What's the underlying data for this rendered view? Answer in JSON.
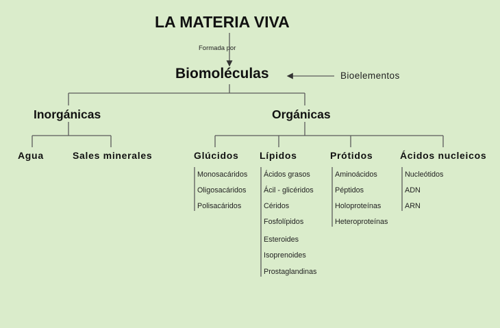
{
  "title": "LA MATERIA VIVA",
  "edge_label": "Formada por",
  "root": "Biomoléculas",
  "side_input": "Bioelementos",
  "inorganic": {
    "label": "Inorgánicas",
    "children": [
      "Agua",
      "Sales minerales"
    ]
  },
  "organic": {
    "label": "Orgánicas",
    "groups": [
      {
        "label": "Glúcidos",
        "items": [
          "Monosacáridos",
          "Oligosacáridos",
          "Polisacáridos"
        ]
      },
      {
        "label": "Lípidos",
        "items": [
          "Ácidos grasos",
          "Ácil - glicéridos",
          "Céridos",
          "Fosfolípidos",
          "Esteroides",
          "Isoprenoides",
          "Prostaglandinas"
        ]
      },
      {
        "label": "Prótidos",
        "items": [
          "Aminoácidos",
          "Péptidos",
          "Holoproteínas",
          "Heteroproteínas"
        ]
      },
      {
        "label": "Ácidos nucleicos",
        "items": [
          "Nucleótidos",
          "ADN",
          "ARN"
        ]
      }
    ]
  }
}
